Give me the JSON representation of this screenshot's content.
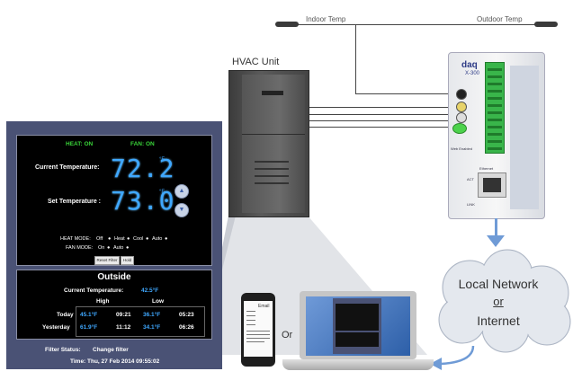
{
  "sensors": {
    "indoor_label": "Indoor Temp",
    "outdoor_label": "Outdoor Temp"
  },
  "hvac": {
    "label": "HVAC Unit"
  },
  "device": {
    "brand": "daq",
    "model": "X-300",
    "side_text_1": "Web Enabled",
    "side_text_2": "Ethernet",
    "port_label": "ACT",
    "port_label_2": "LINK"
  },
  "network": {
    "line1": "Local Network",
    "line2": "or",
    "line3": "Internet"
  },
  "thermostat": {
    "heat_status": "HEAT: ON",
    "fan_status": "FAN: ON",
    "current_label": "Current Temperature:",
    "current_value": "72.2",
    "set_label": "Set Temperature :",
    "set_value": "73.0",
    "unit": "°F",
    "heat_mode_label": "HEAT MODE:",
    "heat_mode_options": [
      "Off",
      "Heat",
      "Cool",
      "Auto"
    ],
    "fan_mode_label": "FAN MODE:",
    "fan_mode_options": [
      "On",
      "Auto"
    ],
    "reset_filter": "Reset Filter",
    "hold": "Hold"
  },
  "outside": {
    "title": "Outside",
    "current_label": "Current Temperature:",
    "current_value": "42.5°F",
    "high_header": "High",
    "low_header": "Low",
    "rows": [
      {
        "day": "Today",
        "high_temp": "45.1°F",
        "high_time": "09:21",
        "low_temp": "36.1°F",
        "low_time": "05:23"
      },
      {
        "day": "Yesterday",
        "high_temp": "61.9°F",
        "high_time": "11:12",
        "low_temp": "34.1°F",
        "low_time": "06:26"
      }
    ]
  },
  "footer": {
    "filter_label": "Filter Status:",
    "filter_value": "Change filter",
    "time_label": "Time:",
    "time_value": "Thu, 27 Feb 2014 09:55:02"
  },
  "phone": {
    "header": "Email"
  },
  "or_text": "Or",
  "colors": {
    "panel_bg": "#4a5275",
    "lcd_blue": "#3fa8ff",
    "status_green": "#39d339",
    "arrow_blue": "#6f9bd6"
  }
}
